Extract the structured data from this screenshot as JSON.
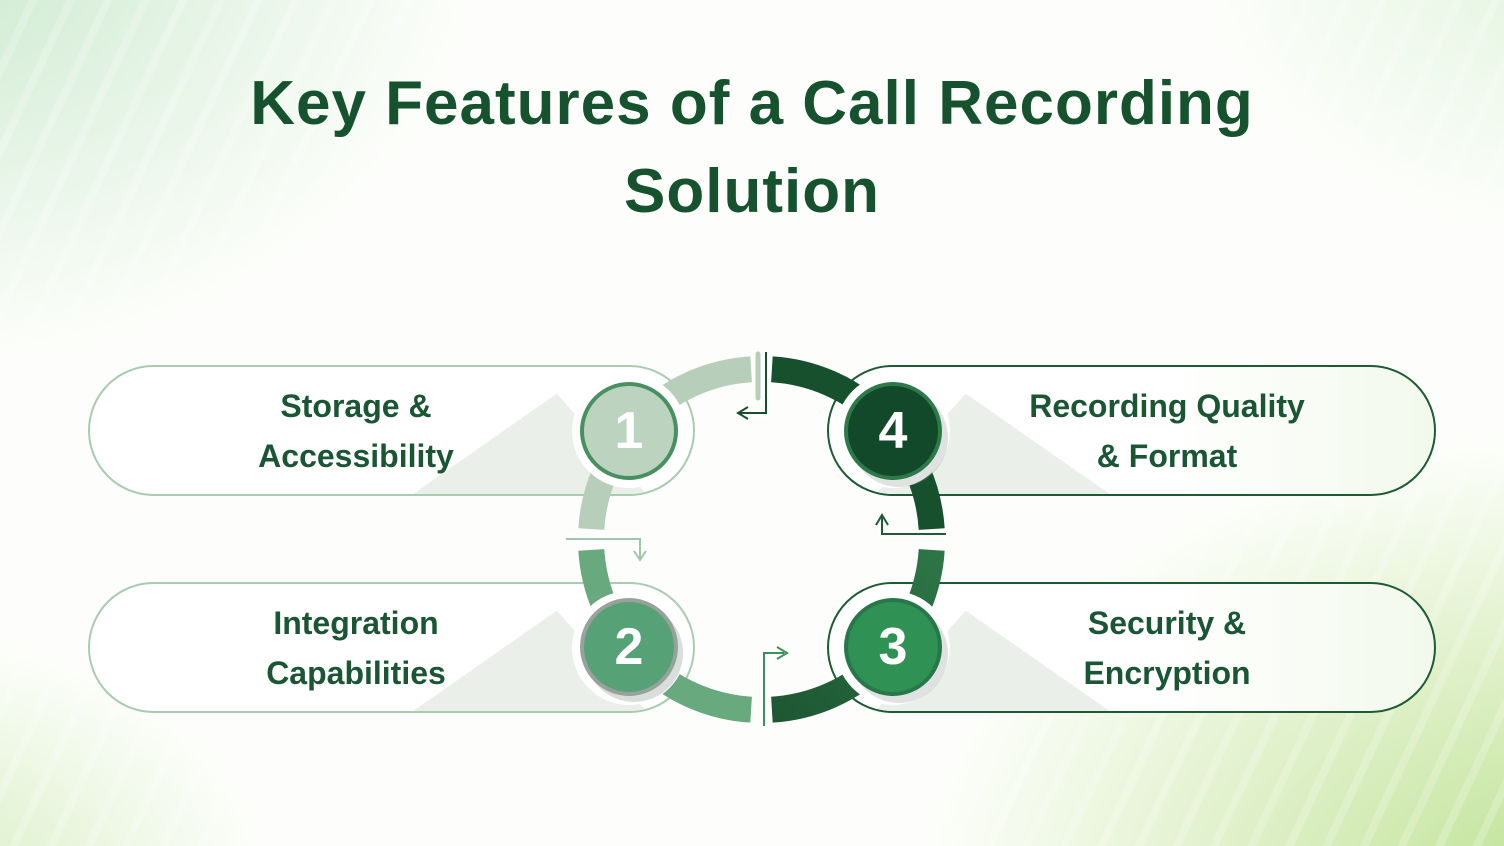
{
  "title": {
    "line1": "Key Features of a  Call Recording",
    "line2": "Solution"
  },
  "features": [
    {
      "number": "1",
      "line1": "Storage &",
      "line2": "Accessibility",
      "position": "top-left"
    },
    {
      "number": "2",
      "line1": "Integration",
      "line2": "Capabilities",
      "position": "bottom-left"
    },
    {
      "number": "3",
      "line1": "Security &",
      "line2": "Encryption",
      "position": "bottom-right"
    },
    {
      "number": "4",
      "line1": "Recording Quality",
      "line2": "& Format",
      "position": "top-right"
    }
  ],
  "diagram": {
    "type": "cycle",
    "arrows": [
      {
        "from": "1",
        "to": "2"
      },
      {
        "from": "2",
        "to": "3"
      },
      {
        "from": "3",
        "to": "4"
      },
      {
        "from": "4",
        "to": "1"
      }
    ]
  },
  "palette": {
    "title_text": "#16522e",
    "label_text": "#1a5634",
    "ring_segment_1": "#b7cfba",
    "ring_segment_2": "#68a97e",
    "ring_segment_3_dark": "#1d5733",
    "ring_segment_3_light": "#2e8c50",
    "ring_segment_4": "#17502c",
    "circle_1_fill": "#bcd3bf",
    "circle_2_fill": "#56a175",
    "circle_3_fill": "#2f9154",
    "circle_4_fill": "#11492a",
    "background_wash_green": "#cde8a9"
  }
}
